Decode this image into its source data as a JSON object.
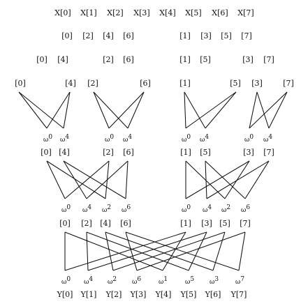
{
  "diagram": {
    "input_row": [
      "X[0]",
      "X[1]",
      "X[2]",
      "X[3]",
      "X[4]",
      "X[5]",
      "X[6]",
      "X[7]"
    ],
    "split_row_1": [
      "[0]",
      "[2]",
      "[4]",
      "[6]",
      "[1]",
      "[3]",
      "[5]",
      "[7]"
    ],
    "split_row_2": [
      "[0]",
      "[4]",
      "[2]",
      "[6]",
      "[1]",
      "[5]",
      "[3]",
      "[7]"
    ],
    "split_row_3": [
      "[0]",
      "[4]",
      "[2]",
      "[6]",
      "[1]",
      "[5]",
      "[3]",
      "[7]"
    ],
    "stage1": {
      "twiddles": [
        {
          "base": "ω",
          "exp": "0"
        },
        {
          "base": "ω",
          "exp": "4"
        },
        {
          "base": "ω",
          "exp": "0"
        },
        {
          "base": "ω",
          "exp": "4"
        },
        {
          "base": "ω",
          "exp": "0"
        },
        {
          "base": "ω",
          "exp": "4"
        },
        {
          "base": "ω",
          "exp": "0"
        },
        {
          "base": "ω",
          "exp": "4"
        }
      ],
      "outputs": [
        "[0]",
        "[4]",
        "[2]",
        "[6]",
        "[1]",
        "[5]",
        "[3]",
        "[7]"
      ]
    },
    "stage2": {
      "twiddles": [
        {
          "base": "ω",
          "exp": "0"
        },
        {
          "base": "ω",
          "exp": "4"
        },
        {
          "base": "ω",
          "exp": "2"
        },
        {
          "base": "ω",
          "exp": "6"
        },
        {
          "base": "ω",
          "exp": "0"
        },
        {
          "base": "ω",
          "exp": "4"
        },
        {
          "base": "ω",
          "exp": "2"
        },
        {
          "base": "ω",
          "exp": "6"
        }
      ],
      "outputs": [
        "[0]",
        "[2]",
        "[4]",
        "[6]",
        "[1]",
        "[3]",
        "[5]",
        "[7]"
      ]
    },
    "stage3": {
      "twiddles": [
        {
          "base": "ω",
          "exp": "0"
        },
        {
          "base": "ω",
          "exp": "4"
        },
        {
          "base": "ω",
          "exp": "2"
        },
        {
          "base": "ω",
          "exp": "6"
        },
        {
          "base": "ω",
          "exp": "1"
        },
        {
          "base": "ω",
          "exp": "5"
        },
        {
          "base": "ω",
          "exp": "3"
        },
        {
          "base": "ω",
          "exp": "7"
        }
      ]
    },
    "output_row": [
      "Y[0]",
      "Y[1]",
      "Y[2]",
      "Y[3]",
      "Y[4]",
      "Y[5]",
      "Y[6]",
      "Y[7]"
    ]
  }
}
